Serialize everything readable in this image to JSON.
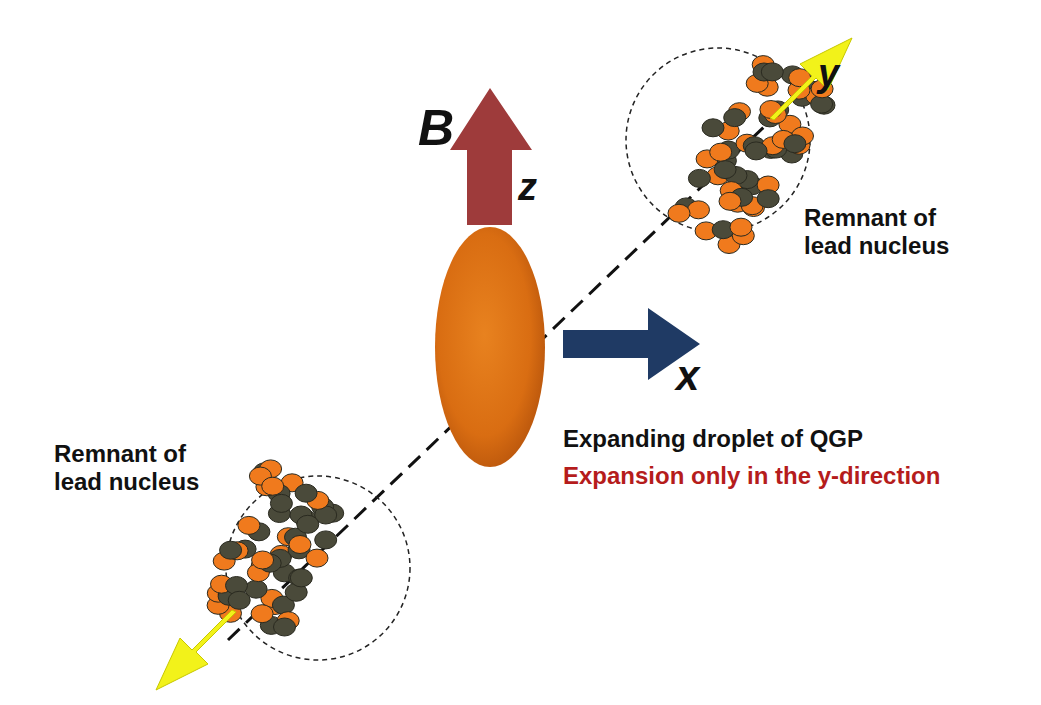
{
  "diagram": {
    "labels": [
      "B",
      "z",
      "x",
      "y",
      "Remnant of lead nucleus",
      "Remnant of lead nucleus",
      "Expanding droplet of QGP",
      "Expansion only in the y-direction"
    ]
  }
}
